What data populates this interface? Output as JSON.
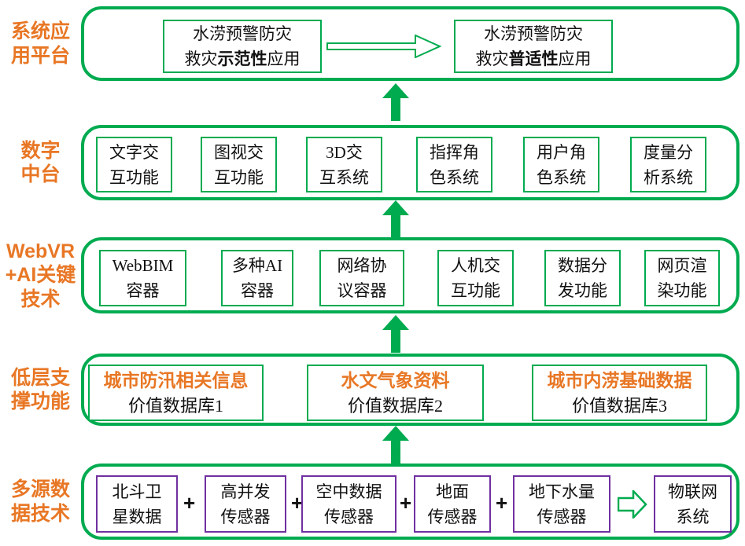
{
  "symbols": {
    "plus": "+"
  },
  "colors": {
    "green": "#00ab50",
    "orange": "#e87725",
    "purple": "#7030a0",
    "text": "#111111"
  },
  "layers": [
    {
      "label_lines": [
        "系统应",
        "用平台"
      ],
      "boxes": [
        {
          "line1": "水涝预警防灾",
          "line2_pre": "救灾",
          "line2_bold": "示范性",
          "line2_post": "应用"
        },
        {
          "line1": "水涝预警防灾",
          "line2_pre": "救灾",
          "line2_bold": "普适性",
          "line2_post": "应用"
        }
      ]
    },
    {
      "label_lines": [
        "数字",
        "中台"
      ],
      "boxes": [
        {
          "line1": "文字交",
          "line2": "互功能"
        },
        {
          "line1": "图视交",
          "line2": "互功能"
        },
        {
          "line1": "3D交",
          "line2": "互系统"
        },
        {
          "line1": "指挥角",
          "line2": "色系统"
        },
        {
          "line1": "用户角",
          "line2": "色系统"
        },
        {
          "line1": "度量分",
          "line2": "析系统"
        }
      ]
    },
    {
      "label_lines": [
        "WebVR",
        "+AI关键",
        "技术"
      ],
      "boxes": [
        {
          "line1": "WebBIM",
          "line2": "容器"
        },
        {
          "line1": "多种AI",
          "line2": "容器"
        },
        {
          "line1": "网络协",
          "line2": "议容器"
        },
        {
          "line1": "人机交",
          "line2": "互功能"
        },
        {
          "line1": "数据分",
          "line2": "发功能"
        },
        {
          "line1": "网页渲",
          "line2": "染功能"
        }
      ]
    },
    {
      "label_lines": [
        "低层支",
        "撑功能"
      ],
      "boxes": [
        {
          "line1": "城市防汛相关信息",
          "line2": "价值数据库1"
        },
        {
          "line1": "水文气象资料",
          "line2": "价值数据库2"
        },
        {
          "line1": "城市内涝基础数据",
          "line2": "价值数据库3"
        }
      ]
    },
    {
      "label_lines": [
        "多源数",
        "据技术"
      ],
      "boxes": [
        {
          "line1": "北斗卫",
          "line2": "星数据"
        },
        {
          "line1": "高并发",
          "line2": "传感器"
        },
        {
          "line1": "空中数据",
          "line2": "传感器"
        },
        {
          "line1": "地面",
          "line2": "传感器"
        },
        {
          "line1": "地下水量",
          "line2": "传感器"
        },
        {
          "line1": "物联网",
          "line2": "系统"
        }
      ]
    }
  ]
}
